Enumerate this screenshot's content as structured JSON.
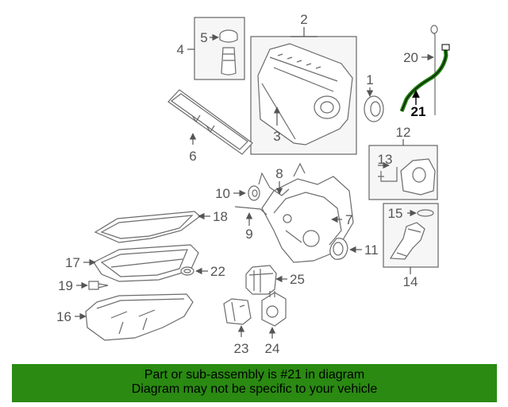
{
  "callouts": [
    "1",
    "2",
    "3",
    "4",
    "5",
    "6",
    "7",
    "8",
    "9",
    "10",
    "11",
    "12",
    "13",
    "14",
    "15",
    "16",
    "17",
    "18",
    "19",
    "20",
    "21",
    "22",
    "23",
    "24",
    "25"
  ],
  "highlight_part": "21",
  "highlight_color": "#1f7a0c",
  "banner": {
    "line1": "Part or sub-assembly is #21 in diagram",
    "line2": "Diagram may not be specific to your vehicle",
    "color": "#2a8a12"
  }
}
